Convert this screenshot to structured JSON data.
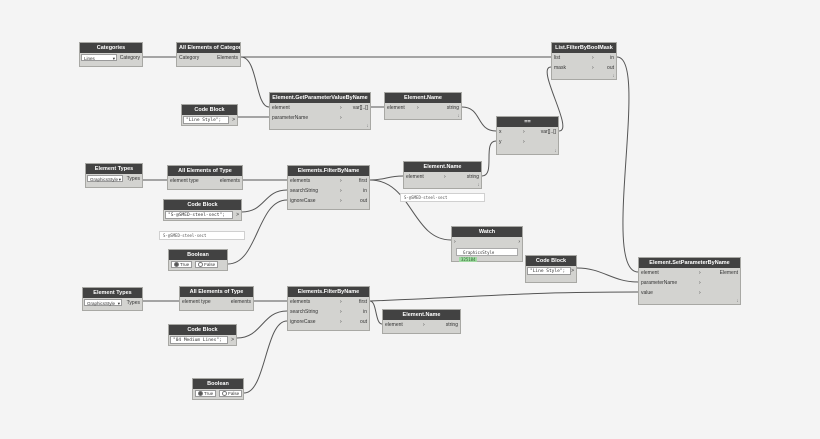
{
  "nodes": {
    "categories": {
      "title": "Categories",
      "dropdown": "Lines",
      "output": "Category"
    },
    "all_elements_of_category": {
      "title": "All Elements of Category",
      "input": "Category",
      "output": "Elements"
    },
    "list_filter_by_bool_mask": {
      "title": "List.FilterByBoolMask",
      "inputs": [
        "list",
        "mask"
      ],
      "outputs": [
        "in",
        "out"
      ]
    },
    "get_parameter_value": {
      "title": "Element.GetParameterValueByName",
      "inputs": [
        "element",
        "parameterName"
      ],
      "output": "var[]..[]"
    },
    "element_name_1": {
      "title": "Element.Name",
      "input": "element",
      "output": "string"
    },
    "equals": {
      "title": "==",
      "inputs": [
        "x",
        "y"
      ],
      "output": "var[]..[]"
    },
    "code_block_1": {
      "title": "Code Block",
      "code": "\"Line Style\";"
    },
    "element_types_1": {
      "title": "Element Types",
      "dropdown": "GraphicsStyle",
      "output": "Types"
    },
    "all_elements_of_type_1": {
      "title": "All Elements of Type",
      "input": "element type",
      "output": "elements"
    },
    "filter_by_name_1": {
      "title": "Elements.FilterByName",
      "inputs": [
        "elements",
        "searchString",
        "ignoreCase"
      ],
      "outputs": [
        "first",
        "in",
        "out"
      ]
    },
    "element_name_2": {
      "title": "Element.Name",
      "input": "element",
      "output": "string",
      "preview": "S-@SMED-steel-sect"
    },
    "code_block_2": {
      "title": "Code Block",
      "code": "\"S-@SMED-steel-sect\";",
      "preview": "S-@SMED-steel-sect"
    },
    "watch": {
      "title": "Watch",
      "type": "GraphicsStyle",
      "id": "325184"
    },
    "boolean_1": {
      "title": "Boolean",
      "true_label": "True",
      "false_label": "False"
    },
    "code_block_3": {
      "title": "Code Block",
      "code": "\"Line Style\";"
    },
    "set_parameter": {
      "title": "Element.SetParameterByName",
      "inputs": [
        "element",
        "parameterName",
        "value"
      ],
      "output": "Element"
    },
    "element_types_2": {
      "title": "Element Types",
      "dropdown": "GraphicsStyle",
      "output": "Types"
    },
    "all_elements_of_type_2": {
      "title": "All Elements of Type",
      "input": "element type",
      "output": "elements"
    },
    "filter_by_name_2": {
      "title": "Elements.FilterByName",
      "inputs": [
        "elements",
        "searchString",
        "ignoreCase"
      ],
      "outputs": [
        "first",
        "in",
        "out"
      ]
    },
    "element_name_3": {
      "title": "Element.Name",
      "input": "element",
      "output": "string"
    },
    "code_block_4": {
      "title": "Code Block",
      "code": "\"04 Medium Lines\";"
    },
    "boolean_2": {
      "title": "Boolean",
      "true_label": "True",
      "false_label": "False"
    }
  },
  "colors": {
    "header": "#424242",
    "body": "#d3d3d0",
    "wire": "#555555",
    "canvas": "#f4f4f4",
    "watch_id": "#9fd9a0"
  }
}
